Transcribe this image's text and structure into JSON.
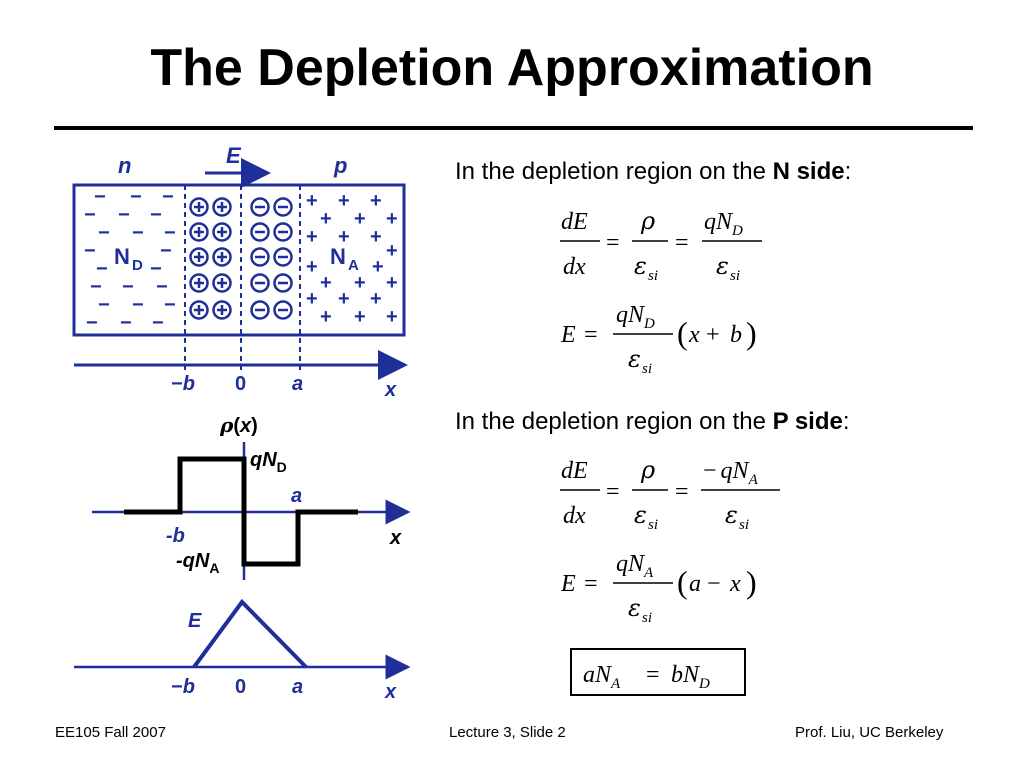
{
  "slide": {
    "title": "The Depletion Approximation",
    "n_heading": {
      "prefix": "In the depletion region on the ",
      "bold": "N side",
      "suffix": ":"
    },
    "p_heading": {
      "prefix": "In the depletion region on the ",
      "bold": "P side",
      "suffix": ":"
    },
    "footer": {
      "left": "EE105 Fall 2007",
      "center": "Lecture 3, Slide 2",
      "right": "Prof. Liu, UC Berkeley"
    }
  },
  "diagram": {
    "top": {
      "n": "n",
      "p": "p",
      "E": "E",
      "ND": "N",
      "ND_sub": "D",
      "NA": "N",
      "NA_sub": "A",
      "minus": "−",
      "plus": "+",
      "b": "b",
      "zero": "0",
      "a": "a",
      "x": "x"
    },
    "rho": {
      "rho": "ρ",
      "open": "(",
      "x": "x",
      "close": ")",
      "qND": "qN",
      "qND_sub": "D",
      "a": "a",
      "minus_b": "-b",
      "xaxis": "x",
      "qNA": "-qN",
      "qNA_sub": "A"
    },
    "efield": {
      "E": "E",
      "b": "b",
      "zero": "0",
      "a": "a",
      "x": "x"
    }
  },
  "equations": {
    "dE": "dE",
    "dx": "dx",
    "eq": "=",
    "rho": "ρ",
    "eps": "ε",
    "si": "si",
    "q": "q",
    "N": "N",
    "D": "D",
    "A": "A",
    "E": "E",
    "x": "x",
    "a": "a",
    "b": "b",
    "plus": "+",
    "minus": "−",
    "lp": "(",
    "rp": ")"
  }
}
